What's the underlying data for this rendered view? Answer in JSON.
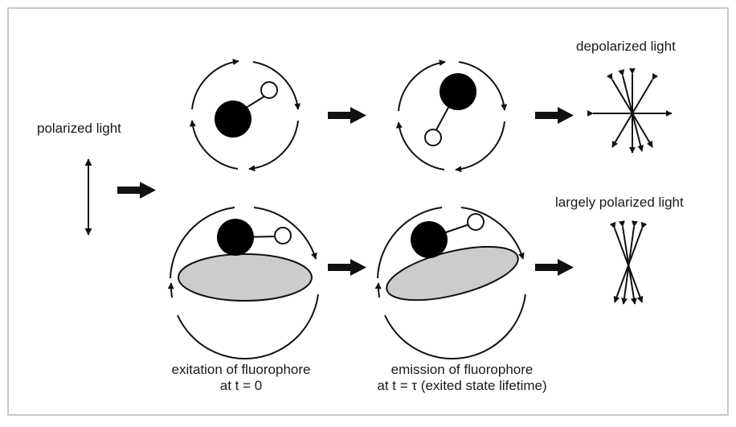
{
  "labels": {
    "polarized": "polarized light",
    "depolarized": "depolarized light",
    "largely_polarized": "largely polarized light",
    "excitation_line1": "exitation of fluorophore",
    "excitation_line2": "at t = 0",
    "emission_line1": "emission of fluorophore",
    "emission_line2": "at t = τ (exited state lifetime)"
  },
  "colors": {
    "frame": "#b5b5b5",
    "ink": "#111111",
    "disk_fill": "#cccccc",
    "molecule_large": "#000000",
    "molecule_small": "#ffffff"
  }
}
